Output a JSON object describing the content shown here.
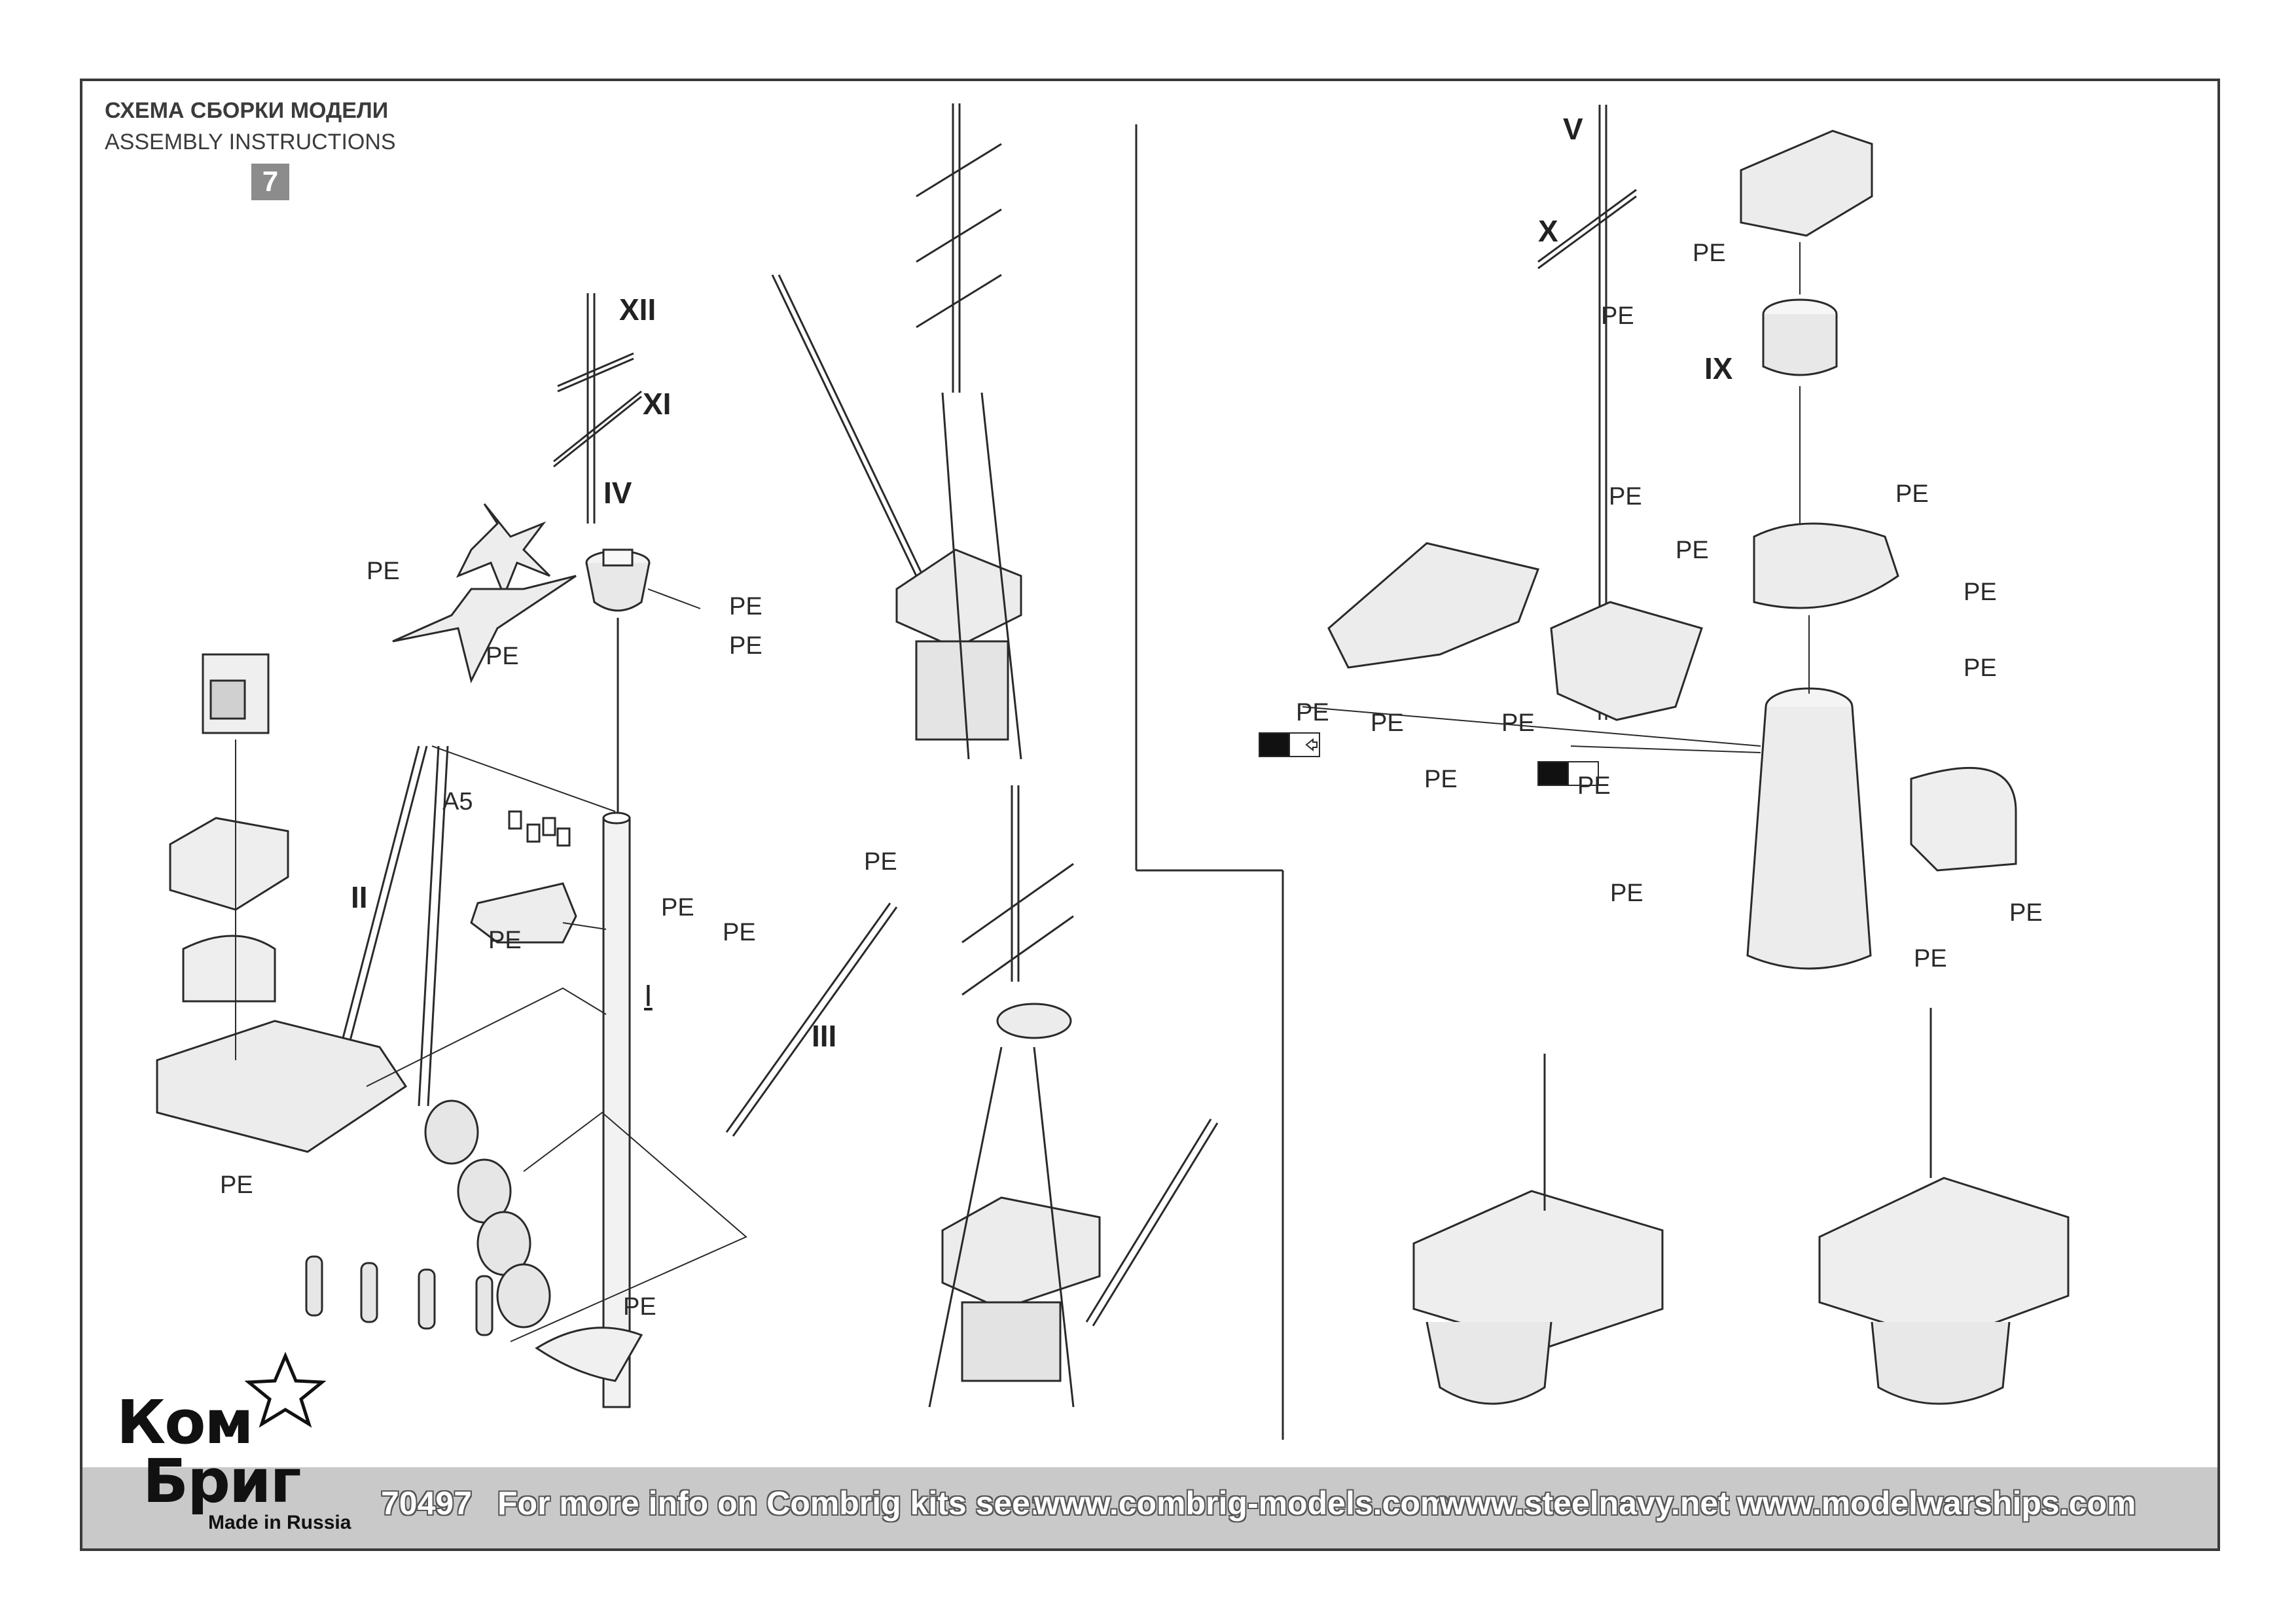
{
  "header": {
    "title_ru": "СХЕМА СБОРКИ МОДЕЛИ",
    "title_en": "ASSEMBLY INSTRUCTIONS",
    "step_number": "7"
  },
  "part_labels": {
    "pe": "PE",
    "a5": "A5",
    "roman_I": "I",
    "roman_II": "II",
    "roman_III": "III",
    "roman_IV": "IV",
    "roman_V": "V",
    "roman_IX": "IX",
    "roman_X": "X",
    "roman_XI": "XI",
    "roman_XII": "XII"
  },
  "brand": {
    "line1": "Ком",
    "line2": "Бриг",
    "made_in": "Made in Russia"
  },
  "footer": {
    "kit_number": "70497",
    "info_text": "For more info on Combrig kits see:",
    "site1": "www.combrig-models.com",
    "site2": "www.steelnavy.net",
    "site3": "www.modelwarships.com"
  },
  "colors": {
    "line": "#2a2a2a",
    "part_fill": "#e9e9e9",
    "footer_band": "#c9c9c9",
    "step_badge": "#8c8c8c"
  },
  "icons": {
    "logo_star": "star-sickle-icon",
    "arrow_left_box": "arrow-left-box-icon"
  }
}
